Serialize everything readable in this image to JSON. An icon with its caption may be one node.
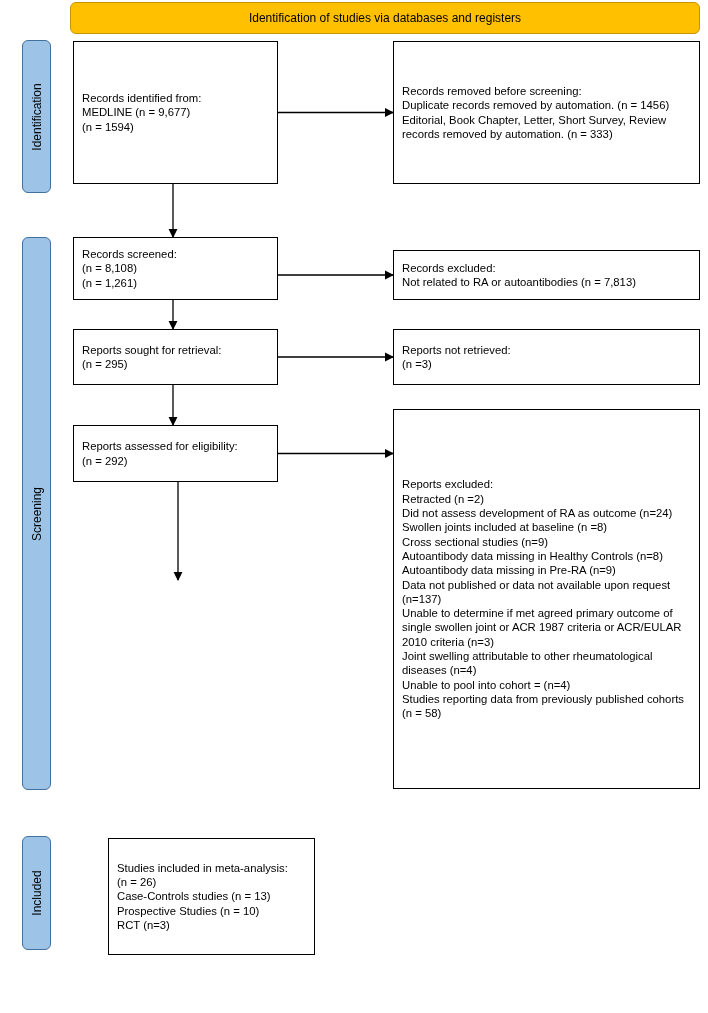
{
  "diagram": {
    "nodes": [
      {
        "text": [
          "Identification of studies via databases and registers"
        ]
      },
      {
        "text": [
          "Identification"
        ]
      },
      {
        "text": [
          "Records identified from:",
          "MEDLINE (n = 9,677)",
          "(n = 1594)"
        ]
      },
      {
        "text": [
          "Records removed before screening:",
          "Duplicate records removed by automation. (n = 1456)",
          "Editorial, Book Chapter, Letter, Short Survey, Review records removed by automation. (n = 333)"
        ]
      },
      {
        "text": [
          "Screening"
        ]
      },
      {
        "text": [
          "Records screened:",
          "(n = 8,108)",
          "(n = 1,261)"
        ]
      },
      {
        "text": [
          "Records excluded:",
          "Not related to RA or autoantibodies (n = 7,813)"
        ]
      },
      {
        "text": [
          "Reports sought for retrieval:",
          "(n = 295)"
        ]
      },
      {
        "text": [
          "Reports not retrieved:",
          "(n =3)"
        ]
      },
      {
        "text": [
          "Reports assessed for eligibility:",
          "(n = 292)"
        ]
      },
      {
        "text": [
          "Reports excluded:",
          "Retracted (n =2)",
          "Did not assess development of RA as outcome (n=24)",
          "Swollen joints included at baseline (n =8)",
          "Cross sectional studies (n=9)",
          "Autoantibody data missing in Healthy Controls (n=8)",
          "Autoantibody data missing in Pre-RA (n=9)",
          "Data not published or data not available upon request (n=137)",
          "Unable to determine if met agreed primary outcome of single swollen joint or ACR 1987 criteria or ACR/EULAR 2010 criteria (n=3)",
          "Joint swelling attributable to other rheumatological diseases (n=4)",
          "Unable to pool into cohort = (n=4)",
          "Studies reporting data from previously published cohorts (n = 58)"
        ]
      },
      {
        "text": [
          "Included"
        ]
      },
      {
        "text": [
          "Studies included in meta-analysis:",
          "(n = 26)",
          "Case-Controls studies (n = 13)",
          "Prospective Studies (n = 10)",
          "RCT (n=3)"
        ]
      }
    ],
    "edges": [
      {
        "from": 2,
        "to": 3,
        "arrow": "to"
      },
      {
        "from": 2,
        "to": 5,
        "arrow": "to"
      },
      {
        "from": 5,
        "to": 6,
        "arrow": "to"
      },
      {
        "from": 5,
        "to": 7,
        "arrow": "to"
      },
      {
        "from": 7,
        "to": 8,
        "arrow": "to"
      },
      {
        "from": 7,
        "to": 9,
        "arrow": "to"
      },
      {
        "from": 9,
        "to": 10,
        "arrow": "to"
      },
      {
        "from": 9,
        "to": null,
        "arrow": "to"
      }
    ]
  }
}
